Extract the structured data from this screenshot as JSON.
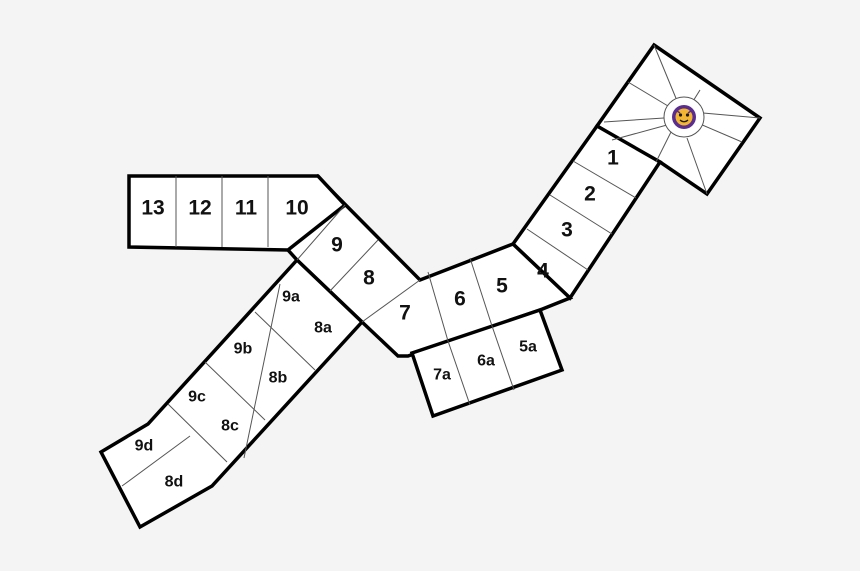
{
  "floorplan": {
    "colors": {
      "background": "#f4f4f4",
      "wall": "#000000",
      "room_fill": "#ffffff",
      "divider": "#555555",
      "label": "#111111",
      "emblem_purple": "#5b2d8e",
      "emblem_gold": "#f2b632"
    },
    "emblem_icon": "tiger-emblem-icon",
    "units": {
      "u1": "1",
      "u2": "2",
      "u3": "3",
      "u4": "4",
      "u5": "5",
      "u6": "6",
      "u7": "7",
      "u8": "8",
      "u9": "9",
      "u10": "10",
      "u11": "11",
      "u12": "12",
      "u13": "13",
      "u5a": "5a",
      "u6a": "6a",
      "u7a": "7a",
      "u8a": "8a",
      "u8b": "8b",
      "u8c": "8c",
      "u8d": "8d",
      "u9a": "9a",
      "u9b": "9b",
      "u9c": "9c",
      "u9d": "9d"
    }
  }
}
